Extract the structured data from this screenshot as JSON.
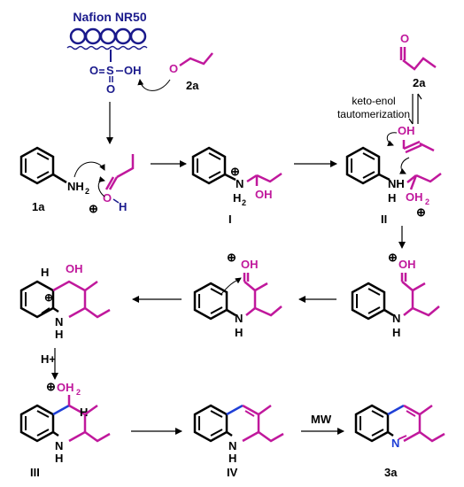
{
  "colors": {
    "black": "#000000",
    "magenta": "#c0189c",
    "navy": "#1a1a8c",
    "blue": "#1f3fd6"
  },
  "catalyst": {
    "name": "Nafion NR50",
    "sulfonic": {
      "o_top": "O",
      "s": "S",
      "oh": "OH",
      "o_bottom": "O"
    }
  },
  "labels": {
    "aniline": "1a",
    "aldehyde_top": "2a",
    "aldehyde_mid": "2a",
    "int_I": "I",
    "int_II": "II",
    "int_III": "III",
    "int_IV": "IV",
    "product": "3a"
  },
  "atoms": {
    "nh2": "NH",
    "nh2_sub": "2",
    "plus": "⊕",
    "o": "O",
    "h": "H",
    "nh_I": "N",
    "h2_I": "H",
    "h2_I_sub": "2",
    "oh": "OH",
    "oh2": "OH",
    "oh2_sub": "2",
    "nh": "NH",
    "n": "N",
    "h_plus": "H+",
    "o_2a": "O"
  },
  "annotations": {
    "tautomer_line1": "keto-enol",
    "tautomer_line2": "tautomerization",
    "mw": "MW"
  }
}
